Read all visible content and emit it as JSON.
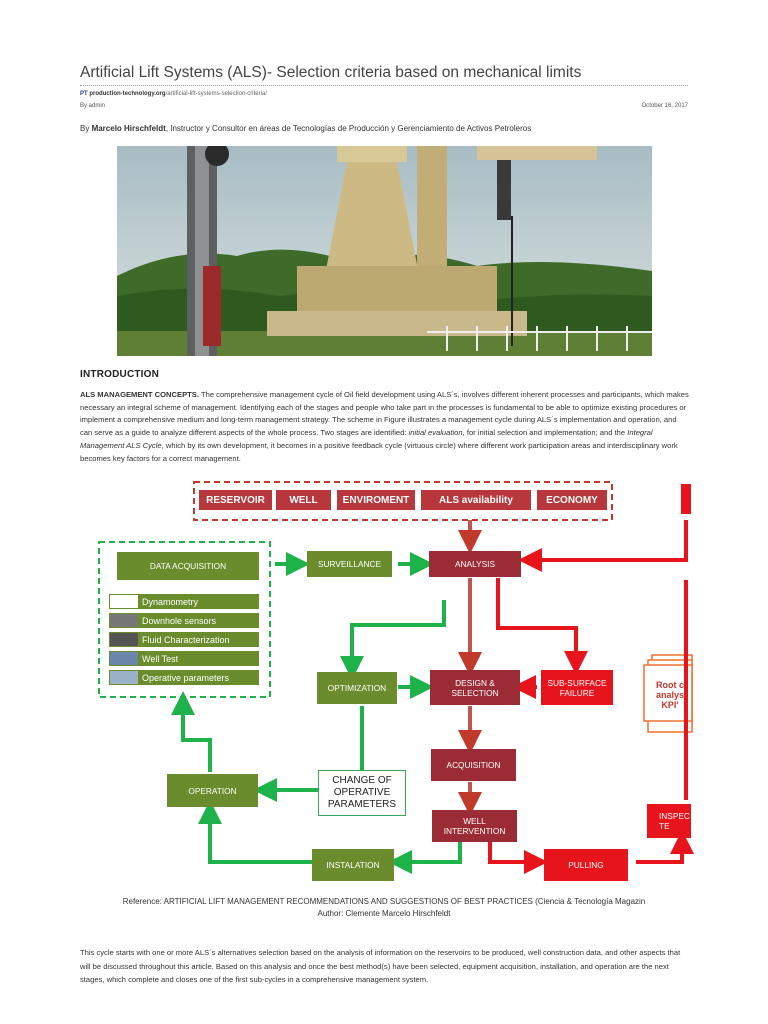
{
  "article": {
    "title": "Artificial Lift Systems (ALS)- Selection criteria based on mechanical limits",
    "source_brand": "PT",
    "source_domain": "production-technology.org",
    "source_path": "/artificial-lift-systems-selection-criteria/",
    "author_label": "By admin",
    "date": "October 16, 2017",
    "byline_prefix": "By ",
    "byline_name": "Marcelo Hirschfeldt",
    "byline_rest": ", Instructor y Consultor en áreas de Tecnologías de Producción y Gerenciamiento de Activos Petroleros"
  },
  "intro": {
    "heading": "INTRODUCTION",
    "lead": "ALS MANAGEMENT CONCEPTS.",
    "text1": " The comprehensive management cycle of Oil field development using ALS´s, involves different inherent processes and participants, which makes necessary an integral scheme of management. Identifying each of the stages and people who take part in the processes is fundamental to be able to optimize existing procedures or implement a comprehensive medium and long-term management strategy. The scheme in Figure illustrates a management cycle during ALS´s implementation and operation, and can serve as a guide to analyze different aspects of the whole process. Two stages are identified: ",
    "em1": "initial evaluation",
    "text2": ", for initial selection and implementation; and the ",
    "em2": "Integral Management ALS Cycle",
    "text3": ", which by its own development, it becomes in a positive feedback cycle (virtuous circle) where different work participation areas and interdisciplinary work becomes key factors for a correct management."
  },
  "diagram": {
    "top": [
      "RESERVOIR",
      "WELL",
      "ENVIROMENT",
      "ALS availability",
      "ECONOMY"
    ],
    "data_acquisition": "DATA ACQUISITION",
    "sensors": [
      "Dynamometry",
      "Downhole sensors",
      "Fluid Characterization",
      "Well Test",
      "Operative parameters"
    ],
    "surveillance": "SURVEILLANCE",
    "analysis": "ANALYSIS",
    "optimization": "OPTIMIZATION",
    "design_1": "DESIGN &",
    "design_2": "SELECTION",
    "subsurface_1": "SUB-SURFACE",
    "subsurface_2": "FAILURE",
    "root_1": "Root c",
    "root_2": "analys",
    "root_3": "KPI'",
    "change_1": "CHANGE OF",
    "change_2": "OPERATIVE",
    "change_3": "PARAMETERS",
    "operation": "OPERATION",
    "acquisition": "ACQUISITION",
    "well_int_1": "WELL",
    "well_int_2": "INTERVENTION",
    "instalation": "INSTALATION",
    "pulling": "PULLING",
    "inspec_1": "INSPEC",
    "inspec_2": "TE",
    "colors": {
      "maroon": "#9b2c35",
      "green": "#6b8c2d",
      "red": "#e8141b",
      "green_arrow": "#1db34a"
    }
  },
  "reference": {
    "line1": "Reference: ARTIFICIAL LIFT MANAGEMENT RECOMMENDATIONS AND SUGGESTIONS OF BEST PRACTICES (Ciencia & Tecnología Magazin",
    "line2": "Author: Clemente Marcelo Hirschfeldt"
  },
  "closing": "This cycle starts with one or more ALS´s alternatives selection based on the analysis of information on the reservoirs to be produced, well construction data, and other aspects that will be discussed throughout this article. Based on this analysis and once the best method(s) have been selected, equipment acquisition, installation, and operation are the next stages, which complete and closes one of the first sub-cycles in a comprehensive management system."
}
